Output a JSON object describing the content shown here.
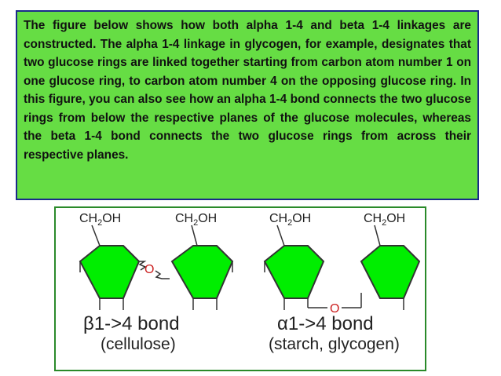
{
  "description": {
    "text": "The figure below shows how both alpha 1-4 and beta 1-4 linkages are constructed. The alpha 1-4 linkage in glycogen, for example, designates that two glucose rings are linked together starting from carbon atom number 1 on one glucose ring, to carbon atom number 4 on the opposing glucose ring. In this figure, you can also see how an alpha 1-4 bond connects the two glucose rings from below the respective planes of the glucose molecules, whereas the beta 1-4 bond connects the two glucose rings from across their respective planes."
  },
  "diagram": {
    "group_label": "CH",
    "group_subscript": "2",
    "group_suffix": "OH",
    "linker_atom": "O",
    "beta": {
      "symbol": "β",
      "bond": "1->4 bond",
      "example": "(cellulose)"
    },
    "alpha": {
      "symbol": "α",
      "bond": "1->4 bond",
      "example": "(starch, glycogen)"
    },
    "colors": {
      "ring_fill": "#00ee00",
      "linker": "#cc2222",
      "text": "#222222",
      "frame": "#2a8a2a",
      "box": "#66dd44",
      "box_border": "#1a2a8a"
    }
  }
}
